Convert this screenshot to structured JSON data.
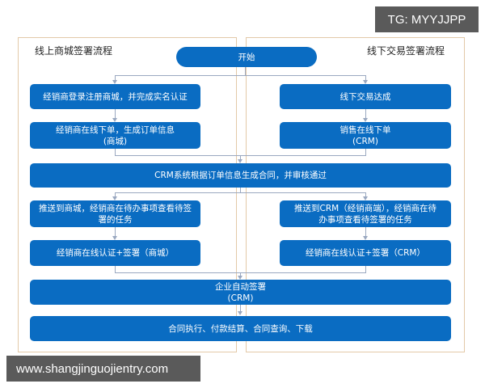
{
  "watermarks": {
    "top": "TG: MYYJJPP",
    "bottom": "www.shangjinguojientry.com"
  },
  "lanes": {
    "left": {
      "title": "线上商城签署流程"
    },
    "right": {
      "title": "线下交易签署流程"
    }
  },
  "nodes": {
    "start": "开始",
    "left_1": "经销商登录注册商城，并完成实名认证",
    "left_2_line1": "经销商在线下单，生成订单信息",
    "left_2_line2": "(商城)",
    "right_1": "线下交易达成",
    "right_2_line1": "销售在线下单",
    "right_2_line2": "(CRM)",
    "shared_1": "CRM系统根据订单信息生成合同，并审核通过",
    "left_3_line1": "推送到商城，经销商在待办事项查看待签",
    "left_3_line2": "署的任务",
    "left_4": "经销商在线认证+签署（商城）",
    "right_3_line1": "推送到CRM（经销商端），经销商在待",
    "right_3_line2": "办事项查看待签署的任务",
    "right_4": "经销商在线认证+签署（CRM）",
    "shared_2_line1": "企业自动签署",
    "shared_2_line2": "(CRM)",
    "shared_3": "合同执行、付款结算、合同查询、下载"
  },
  "colors": {
    "box": "#0a6cc2",
    "frame_border": "#e3c9a8",
    "connector": "#9aa8c0"
  }
}
